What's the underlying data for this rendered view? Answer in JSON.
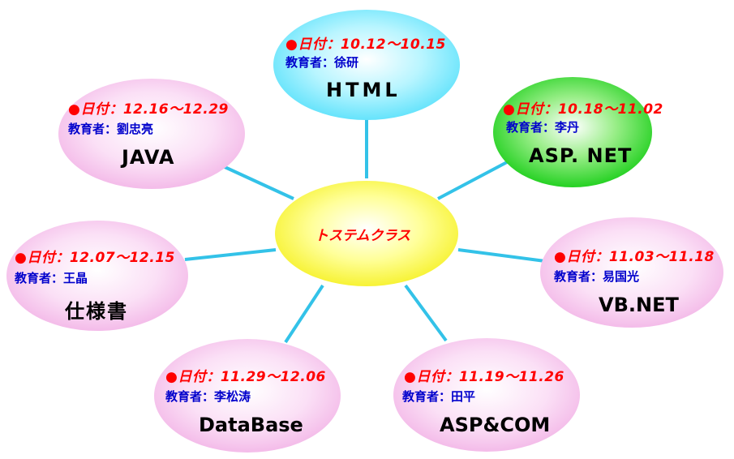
{
  "center": {
    "label": "トステムクラス"
  },
  "colors": {
    "connector": "#33c2e8",
    "pink_fill": "#f7c6ee",
    "cyan_fill": "#66e8ff",
    "green_fill": "#11cc11",
    "yellow_fill": "#ffff55",
    "date_text": "#ff0000",
    "teacher_text": "#0000cc"
  },
  "nodes": [
    {
      "id": "html",
      "color": "cyan",
      "date": "●日付：10.12～10.15",
      "teacher": "教育者：徐研",
      "title": "HTML"
    },
    {
      "id": "aspnet",
      "color": "green",
      "date": "●日付：10.18～11.02",
      "teacher": "教育者：李丹",
      "title": "ASP. NET"
    },
    {
      "id": "vbnet",
      "color": "pink",
      "date": "●日付：11.03～11.18",
      "teacher": "教育者：易国光",
      "title": "VB.NET"
    },
    {
      "id": "aspcom",
      "color": "pink",
      "date": "●日付：11.19～11.26",
      "teacher": "教育者：田平",
      "title": "ASP&COM"
    },
    {
      "id": "database",
      "color": "pink",
      "date": "●日付：11.29～12.06",
      "teacher": "教育者：李松涛",
      "title": "DataBase"
    },
    {
      "id": "spec",
      "color": "pink",
      "date": "●日付：12.07～12.15",
      "teacher": "教育者：王晶",
      "title": "仕様書"
    },
    {
      "id": "java",
      "color": "pink",
      "date": "●日付：12.16～12.29",
      "teacher": "教育者：劉忠亮",
      "title": "JAVA"
    }
  ]
}
